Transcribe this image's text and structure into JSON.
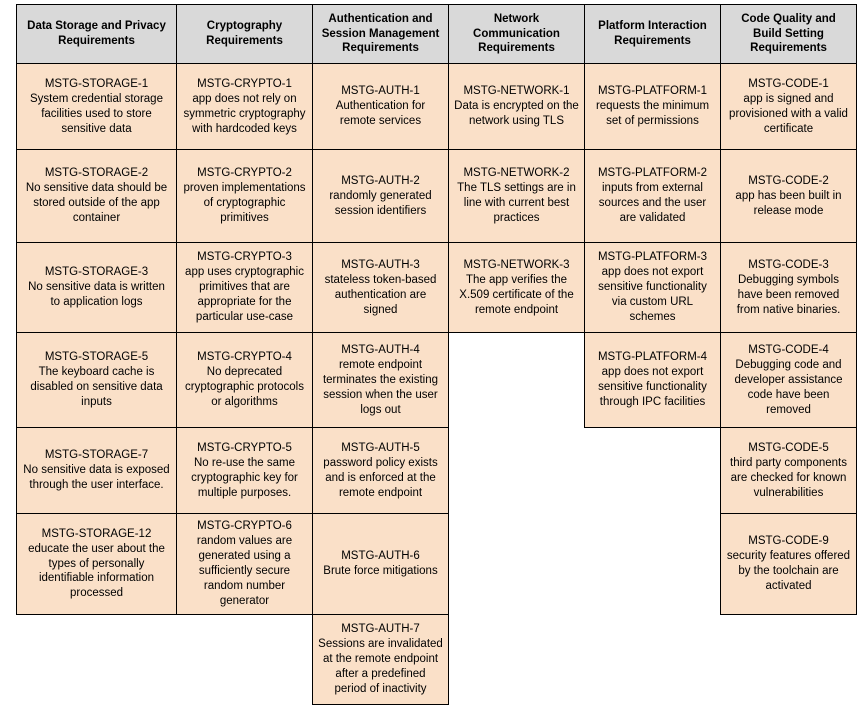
{
  "table": {
    "columns": [
      {
        "key": "storage",
        "header": "Data Storage and Privacy Requirements",
        "cells": [
          {
            "id": "MSTG-STORAGE-1",
            "text": "System credential storage facilities used to store sensitive data"
          },
          {
            "id": "MSTG-STORAGE-2",
            "text": "No sensitive data should be stored outside of the app container"
          },
          {
            "id": "MSTG-STORAGE-3",
            "text": "No sensitive data is written to application logs"
          },
          {
            "id": "MSTG-STORAGE-5",
            "text": "The keyboard cache is disabled on sensitive data inputs"
          },
          {
            "id": "MSTG-STORAGE-7",
            "text": "No sensitive data is exposed through the user interface."
          },
          {
            "id": "MSTG-STORAGE-12",
            "text": "educate the user about the types of personally identifiable information processed"
          },
          null
        ]
      },
      {
        "key": "crypto",
        "header": "Cryptography Requirements",
        "cells": [
          {
            "id": "MSTG-CRYPTO-1",
            "text": "app does not rely on symmetric cryptography with hardcoded keys"
          },
          {
            "id": "MSTG-CRYPTO-2",
            "text": "proven implementations of cryptographic primitives"
          },
          {
            "id": "MSTG-CRYPTO-3",
            "text": "app uses cryptographic primitives that are appropriate for the particular use-case"
          },
          {
            "id": "MSTG-CRYPTO-4",
            "text": "No deprecated cryptographic protocols or algorithms"
          },
          {
            "id": "MSTG-CRYPTO-5",
            "text": "No re-use the same cryptographic key for multiple purposes."
          },
          {
            "id": "MSTG-CRYPTO-6",
            "text": "random values are generated using a sufficiently secure random number generator"
          },
          null
        ]
      },
      {
        "key": "auth",
        "header": "Authentication and Session Management Requirements",
        "cells": [
          {
            "id": "MSTG-AUTH-1",
            "text": "Authentication for remote services"
          },
          {
            "id": "MSTG-AUTH-2",
            "text": "randomly generated session identifiers"
          },
          {
            "id": "MSTG-AUTH-3",
            "text": "stateless token-based authentication are signed"
          },
          {
            "id": "MSTG-AUTH-4",
            "text": "remote endpoint terminates the existing session when the user logs out"
          },
          {
            "id": "MSTG-AUTH-5",
            "text": "password policy exists and is enforced at the remote endpoint"
          },
          {
            "id": "MSTG-AUTH-6",
            "text": "Brute force mitigations"
          },
          {
            "id": "MSTG-AUTH-7",
            "text": "Sessions are invalidated at the remote endpoint after a predefined period of inactivity"
          }
        ]
      },
      {
        "key": "network",
        "header": "Network Communication Requirements",
        "cells": [
          {
            "id": "MSTG-NETWORK-1",
            "text": "Data is encrypted on the network using TLS"
          },
          {
            "id": "MSTG-NETWORK-2",
            "text": "The TLS settings are in line with current best practices"
          },
          {
            "id": "MSTG-NETWORK-3",
            "text": "The app verifies the X.509 certificate of the remote endpoint"
          },
          null,
          null,
          null,
          null
        ]
      },
      {
        "key": "platform",
        "header": "Platform Interaction Requirements",
        "cells": [
          {
            "id": "MSTG-PLATFORM-1",
            "text": "requests the minimum set of permissions"
          },
          {
            "id": "MSTG-PLATFORM-2",
            "text": "inputs from external sources and the user are validated"
          },
          {
            "id": "MSTG-PLATFORM-3",
            "text": "app does not export sensitive functionality via custom URL schemes"
          },
          {
            "id": "MSTG-PLATFORM-4",
            "text": "app does not export sensitive functionality through IPC facilities"
          },
          null,
          null,
          null
        ]
      },
      {
        "key": "code",
        "header": "Code Quality and Build Setting Requirements",
        "cells": [
          {
            "id": "MSTG-CODE-1",
            "text": "app is signed and provisioned with a valid certificate"
          },
          {
            "id": "MSTG-CODE-2",
            "text": "app has been built in release mode"
          },
          {
            "id": "MSTG-CODE-3",
            "text": "Debugging symbols have been removed from native binaries."
          },
          {
            "id": "MSTG-CODE-4",
            "text": "Debugging code and developer assistance code have been removed"
          },
          {
            "id": "MSTG-CODE-5",
            "text": "third party components are checked for known vulnerabilities"
          },
          {
            "id": "MSTG-CODE-9",
            "text": "security features offered by the toolchain are activated"
          },
          null
        ]
      }
    ],
    "row_count": 7,
    "colors": {
      "header_background": "#d9d9d9",
      "cell_background": "#fae0c8",
      "border": "#000000",
      "page_background": "#ffffff",
      "text": "#000000"
    }
  }
}
